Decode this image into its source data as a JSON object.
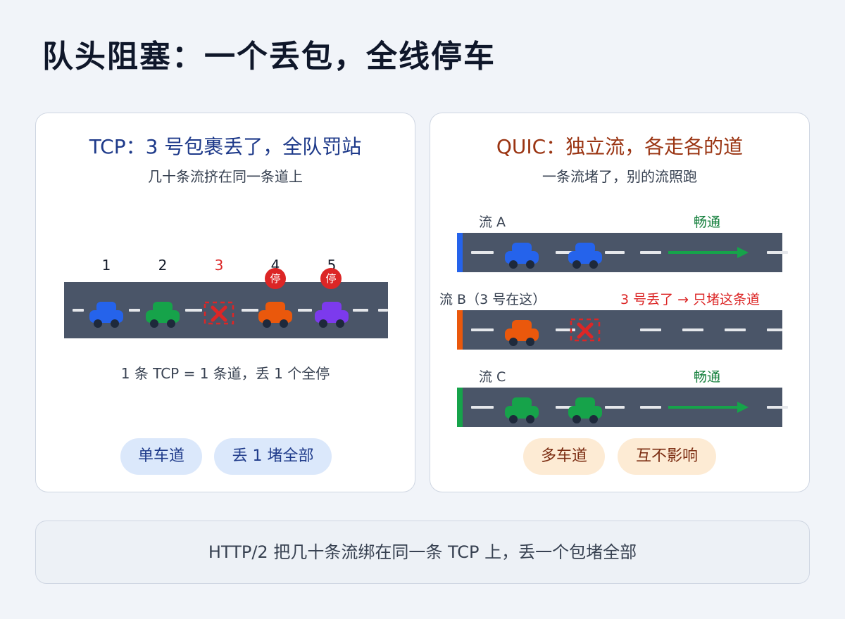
{
  "page_title": "队头阻塞：一个丢包，全线停车",
  "left": {
    "title": "TCP：3 号包裹丢了，全队罚站",
    "subtitle": "几十条流挤在同一条道上",
    "packet_numbers": [
      "1",
      "2",
      "3",
      "4",
      "5"
    ],
    "stop_label": "停",
    "caption": "1 条 TCP = 1 条道，丢 1 个全停",
    "tags": [
      "单车道",
      "丢 1 堵全部"
    ]
  },
  "right": {
    "title": "QUIC：独立流，各走各的道",
    "subtitle": "一条流堵了，别的流照跑",
    "streams": [
      {
        "label": "流 A",
        "status": "畅通"
      },
      {
        "label": "流 B（3 号在这）",
        "status": "3 号丢了 → 只堵这条道"
      },
      {
        "label": "流 C",
        "status": "畅通"
      }
    ],
    "tags": [
      "多车道",
      "互不影响"
    ]
  },
  "footer": "HTTP/2 把几十条流绑在同一条 TCP 上，丢一个包堵全部",
  "colors": {
    "blue_car": "#2563eb",
    "green_car": "#16a34a",
    "orange_car": "#ea580c",
    "purple_car": "#7c3aed",
    "lost_red": "#dc2626",
    "road": "#4a5568",
    "flow_green": "#16a34a"
  },
  "icons": [
    "car-icon",
    "lost-packet-icon",
    "stop-badge-icon",
    "arrow-right-icon"
  ]
}
